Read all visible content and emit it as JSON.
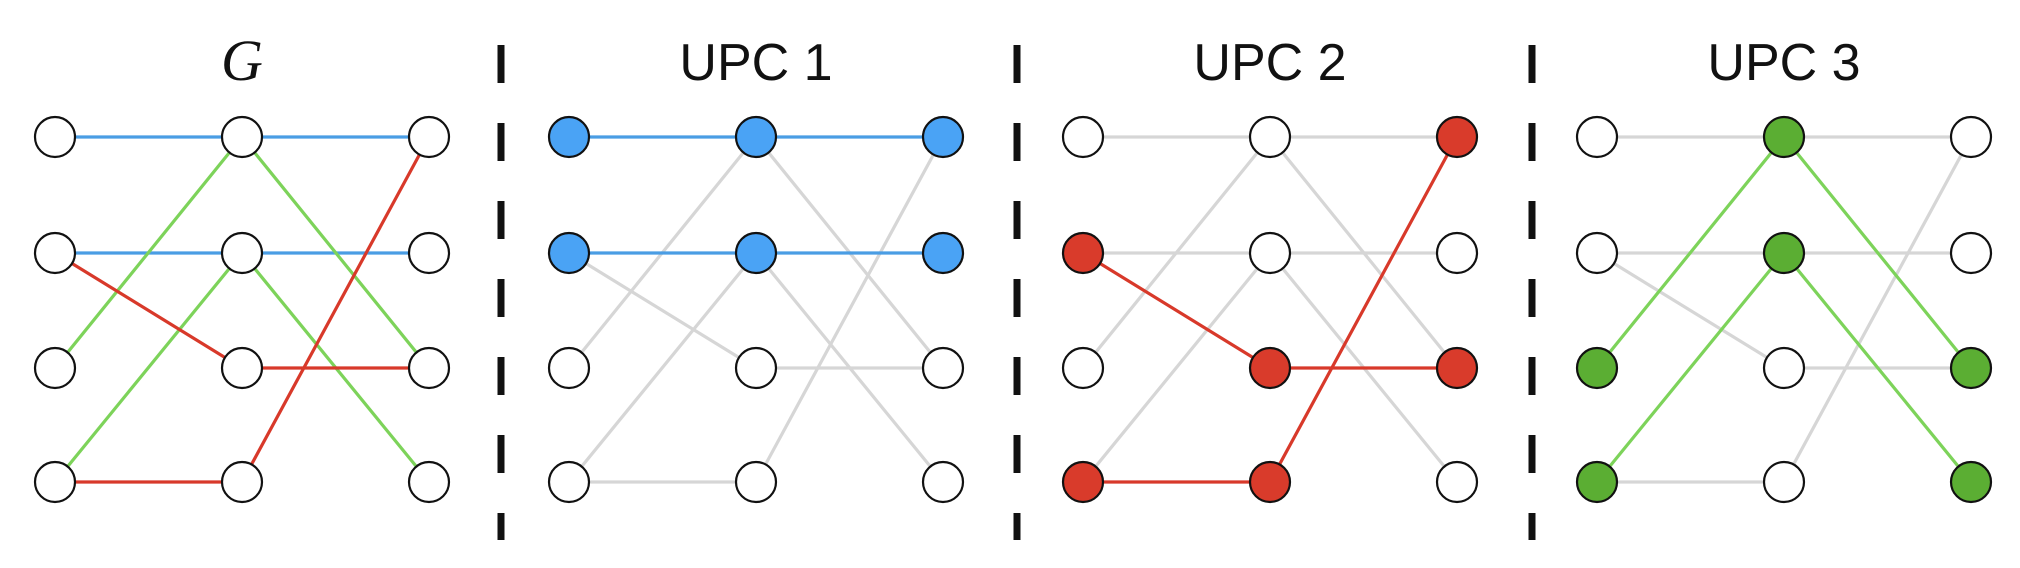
{
  "panels": [
    {
      "title": "G",
      "title_style": "italic-serif",
      "node_fill": {},
      "edge_colors": {
        "e1": "blue",
        "e2": "blue",
        "e3": "blue",
        "e4": "blue",
        "e5": "green",
        "e6": "green",
        "e7": "green",
        "e8": "green",
        "e9": "red",
        "e10": "red",
        "e11": "red",
        "e12": "red"
      }
    },
    {
      "title": "UPC 1",
      "title_style": "sans",
      "node_fill": {
        "n1": "blue",
        "n2": "blue",
        "n5": "blue",
        "n6": "blue",
        "n9": "blue",
        "n10": "blue"
      },
      "edge_colors": {
        "e1": "blue",
        "e2": "blue",
        "e3": "blue",
        "e4": "blue"
      }
    },
    {
      "title": "UPC 2",
      "title_style": "sans",
      "node_fill": {
        "n2": "red",
        "n4": "red",
        "n7": "red",
        "n8": "red",
        "n9": "red",
        "n11": "red"
      },
      "edge_colors": {
        "e9": "red",
        "e10": "red",
        "e11": "red",
        "e12": "red"
      }
    },
    {
      "title": "UPC 3",
      "title_style": "sans",
      "node_fill": {
        "n3": "green",
        "n4": "green",
        "n5": "green",
        "n6": "green",
        "n11": "green",
        "n12": "green"
      },
      "edge_colors": {
        "e5": "green",
        "e6": "green",
        "e7": "green",
        "e8": "green"
      }
    }
  ],
  "graph": {
    "nodes": [
      {
        "id": "n1",
        "column": 1,
        "row": 1
      },
      {
        "id": "n2",
        "column": 1,
        "row": 2
      },
      {
        "id": "n3",
        "column": 1,
        "row": 3
      },
      {
        "id": "n4",
        "column": 1,
        "row": 4
      },
      {
        "id": "n5",
        "column": 2,
        "row": 1
      },
      {
        "id": "n6",
        "column": 2,
        "row": 2
      },
      {
        "id": "n7",
        "column": 2,
        "row": 3
      },
      {
        "id": "n8",
        "column": 2,
        "row": 4
      },
      {
        "id": "n9",
        "column": 3,
        "row": 1
      },
      {
        "id": "n10",
        "column": 3,
        "row": 2
      },
      {
        "id": "n11",
        "column": 3,
        "row": 3
      },
      {
        "id": "n12",
        "column": 3,
        "row": 4
      }
    ],
    "edges": [
      {
        "id": "e1",
        "from": "n1",
        "to": "n5"
      },
      {
        "id": "e2",
        "from": "n5",
        "to": "n9"
      },
      {
        "id": "e3",
        "from": "n2",
        "to": "n6"
      },
      {
        "id": "e4",
        "from": "n6",
        "to": "n10"
      },
      {
        "id": "e5",
        "from": "n3",
        "to": "n5"
      },
      {
        "id": "e6",
        "from": "n5",
        "to": "n11"
      },
      {
        "id": "e7",
        "from": "n4",
        "to": "n6"
      },
      {
        "id": "e8",
        "from": "n6",
        "to": "n12"
      },
      {
        "id": "e9",
        "from": "n2",
        "to": "n7"
      },
      {
        "id": "e10",
        "from": "n7",
        "to": "n11"
      },
      {
        "id": "e11",
        "from": "n4",
        "to": "n8"
      },
      {
        "id": "e12",
        "from": "n8",
        "to": "n9"
      }
    ]
  },
  "colors": {
    "blue_edge": "#4A9DE4",
    "green_edge": "#7DD35A",
    "red_edge": "#D8392A",
    "grey_edge": "#D6D6D6",
    "blue_node": "#4AA3F5",
    "green_node": "#5BAE33",
    "red_node": "#D93B2B",
    "empty_node": "#FFFFFF",
    "node_outline": "#111111",
    "separator": "#111111"
  }
}
